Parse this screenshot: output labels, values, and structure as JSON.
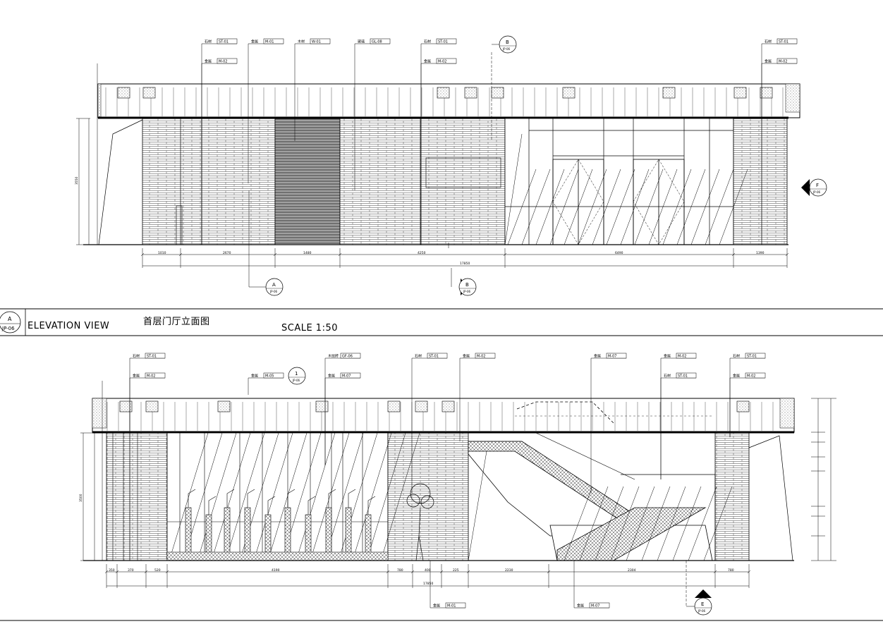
{
  "title_block": {
    "bubble_letter": "A",
    "bubble_code": "JP-06",
    "view_label": "ELEVATION VIEW",
    "view_name_cn": "首层门厅立面图",
    "scale_label": "SCALE 1:50"
  },
  "top_elevation": {
    "tags": [
      {
        "label": "石材",
        "code": "ST-01"
      },
      {
        "label": "金属",
        "code": "M-02"
      },
      {
        "label": "金属",
        "code": "M-01"
      },
      {
        "label": "木材",
        "code": "W-01"
      },
      {
        "label": "玻璃",
        "code": "GL-08"
      },
      {
        "label": "石材",
        "code": "ST-01"
      },
      {
        "label": "金属",
        "code": "M-02"
      },
      {
        "label": "石材",
        "code": "ST-01"
      },
      {
        "label": "金属",
        "code": "M-02"
      }
    ],
    "dimensions": [
      "1010",
      "2670",
      "1480",
      "4250",
      "6490",
      "1390"
    ],
    "total_dimension": "17850",
    "section_bubbles": [
      {
        "letter": "A",
        "sub": "JP-06"
      },
      {
        "letter": "B",
        "sub": "JP-06"
      },
      {
        "letter": "B",
        "sub": "JP-06"
      },
      {
        "letter": "F",
        "sub": "JP-06"
      }
    ],
    "height_dimension": "3550"
  },
  "bottom_elevation": {
    "tags": [
      {
        "label": "石材",
        "code": "ST-01"
      },
      {
        "label": "金属",
        "code": "M-02"
      },
      {
        "label": "金属",
        "code": "M-05"
      },
      {
        "label": "木纹砖",
        "code": "GF-06"
      },
      {
        "label": "金属",
        "code": "M-07"
      },
      {
        "label": "石材",
        "code": "ST-01"
      },
      {
        "label": "金属",
        "code": "M-02"
      },
      {
        "label": "金属",
        "code": "M-07"
      },
      {
        "label": "金属",
        "code": "M-02"
      },
      {
        "label": "石材",
        "code": "ST-01"
      },
      {
        "label": "石材",
        "code": "ST-01"
      },
      {
        "label": "金属",
        "code": "M-02"
      },
      {
        "label": "金属",
        "code": "M-01"
      },
      {
        "label": "金属",
        "code": "M-07"
      }
    ],
    "dimensions": [
      "350",
      "370",
      "520",
      "4190",
      "780",
      "400",
      "225",
      "2230",
      "2304",
      "780"
    ],
    "total_dimension": "17850",
    "section_bubbles": [
      {
        "letter": "1",
        "sub": "JP-06"
      },
      {
        "letter": "E",
        "sub": "JP-06"
      }
    ],
    "height_dimension": "3500"
  }
}
